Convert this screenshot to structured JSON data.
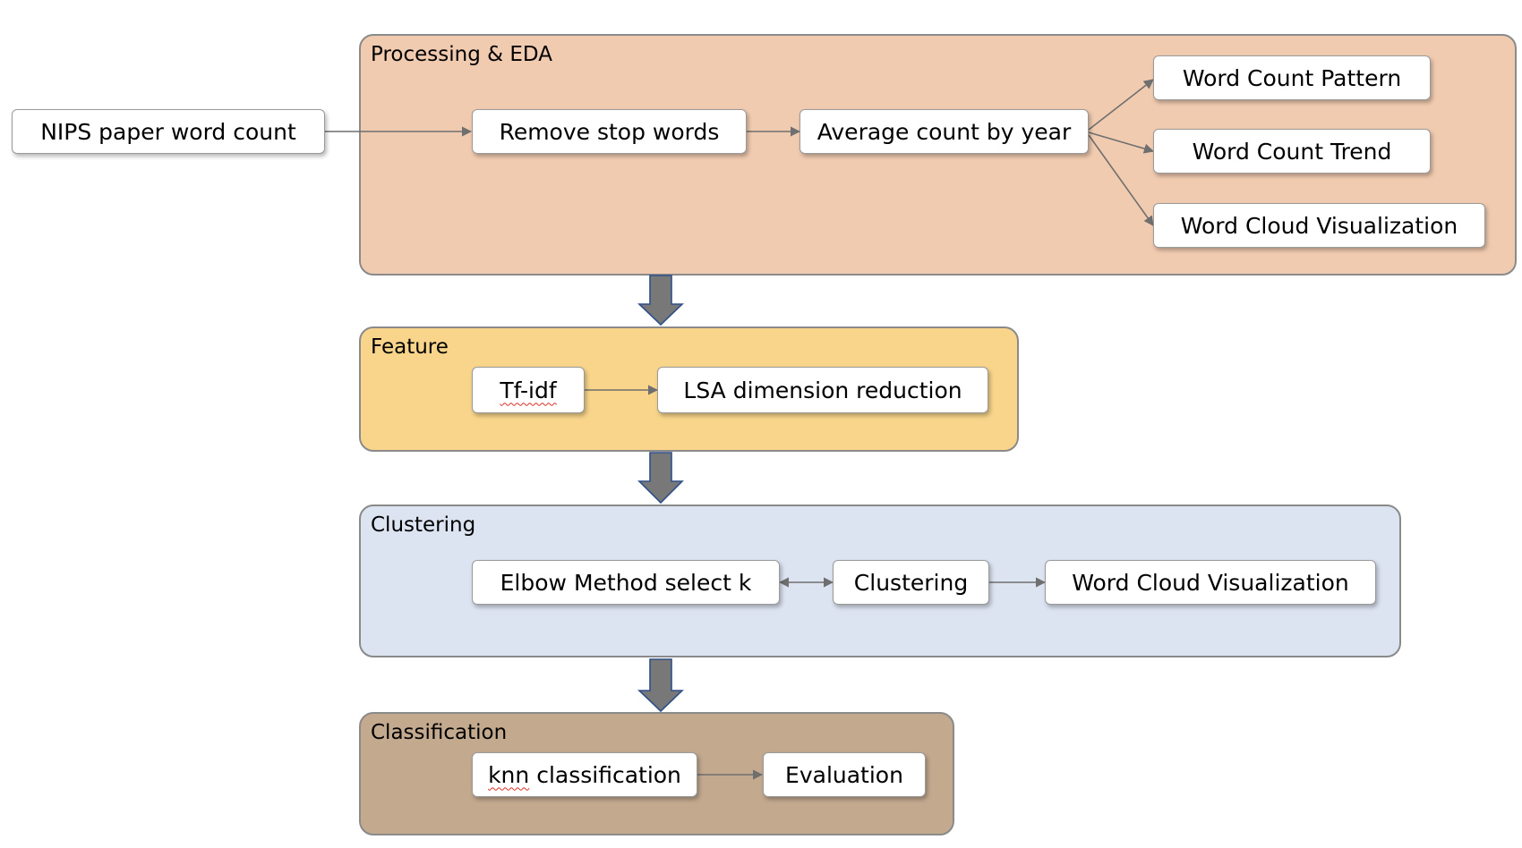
{
  "input": {
    "label": "NIPS paper word count"
  },
  "stages": {
    "processing": {
      "title": "Processing & EDA",
      "color": "#f1cbb0",
      "nodes": {
        "remove_stop_words": "Remove stop words",
        "average_count": "Average count by year",
        "word_count_pattern": "Word Count Pattern",
        "word_count_trend": "Word Count Trend",
        "word_cloud": "Word Cloud Visualization"
      }
    },
    "feature": {
      "title": "Feature",
      "color": "#f8d58a",
      "nodes": {
        "tfidf": "Tf-idf",
        "lsa": "LSA dimension reduction"
      }
    },
    "clustering": {
      "title": "Clustering",
      "color": "#dce3f1",
      "nodes": {
        "elbow": "Elbow Method select k",
        "clustering": "Clustering",
        "word_cloud": "Word Cloud Visualization"
      }
    },
    "classification": {
      "title": "Classification",
      "color": "#c3a98e",
      "nodes": {
        "knn": "knn classification",
        "evaluation": "Evaluation"
      }
    }
  },
  "colors": {
    "connector": "#6f6f6f",
    "stage_arrow_fill": "#787878",
    "stage_arrow_stroke": "#2f4f87",
    "spellcheck": "#d93025"
  },
  "edges": [
    {
      "from": "NIPS paper word count",
      "to": "Remove stop words"
    },
    {
      "from": "Remove stop words",
      "to": "Average count by year"
    },
    {
      "from": "Average count by year",
      "to": "Word Count Pattern"
    },
    {
      "from": "Average count by year",
      "to": "Word Count Trend"
    },
    {
      "from": "Average count by year",
      "to": "Word Cloud Visualization"
    },
    {
      "from": "Tf-idf",
      "to": "LSA dimension reduction"
    },
    {
      "from": "Elbow Method select k",
      "to": "Clustering",
      "bidirectional": true
    },
    {
      "from": "Clustering",
      "to": "Word Cloud Visualization"
    },
    {
      "from": "knn classification",
      "to": "Evaluation"
    },
    {
      "from": "Processing & EDA",
      "to": "Feature"
    },
    {
      "from": "Feature",
      "to": "Clustering"
    },
    {
      "from": "Clustering",
      "to": "Classification"
    }
  ]
}
